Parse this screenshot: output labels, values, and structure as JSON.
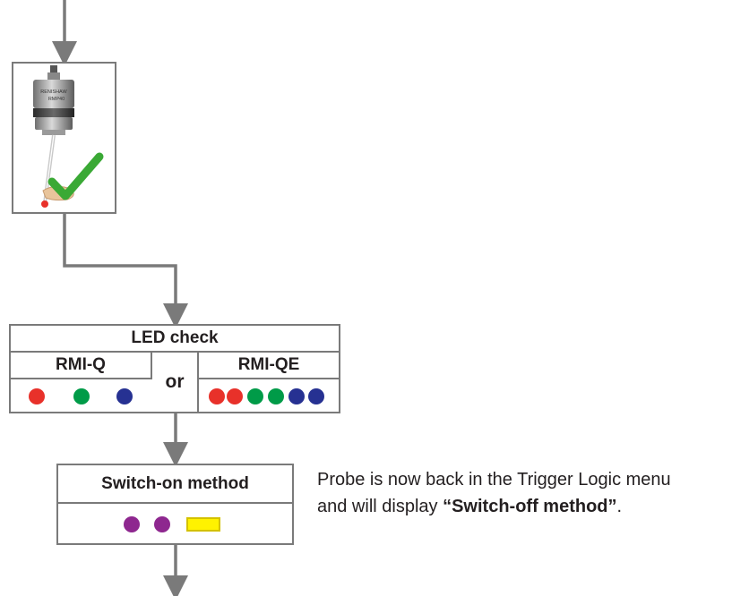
{
  "probe": {
    "brand_text": "RENISHAW",
    "model_text": "RMP40",
    "status_icon": "check-icon",
    "tip_color": "#e8312a",
    "check_color": "#3aa935"
  },
  "led_check": {
    "title": "LED check",
    "left": {
      "label": "RMI-Q",
      "dots": [
        "#e8312a",
        "#009b48",
        "#263192"
      ]
    },
    "separator": "or",
    "right": {
      "label": "RMI-QE",
      "dots": [
        "#e8312a",
        "#e8312a",
        "#009b48",
        "#009b48",
        "#263192",
        "#263192"
      ]
    }
  },
  "switch_on": {
    "title": "Switch-on method",
    "dots": [
      "#8e278f",
      "#8e278f"
    ],
    "indicator_color": "#fff200"
  },
  "note": {
    "line1": "Probe is now back in the Trigger Logic menu",
    "line2_prefix": "and will display ",
    "line2_bold": "“Switch-off method”",
    "line2_suffix": "."
  },
  "colors": {
    "connector": "#7a7a7a",
    "border": "#7a7a7a"
  }
}
